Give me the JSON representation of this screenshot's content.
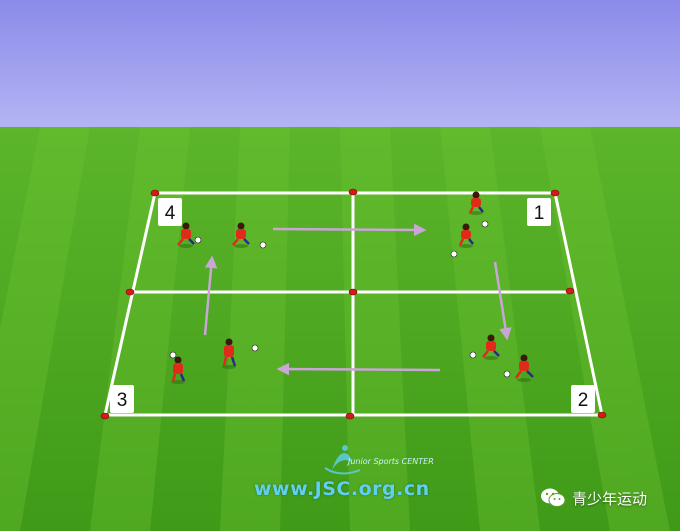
{
  "diagram": {
    "zone_labels": [
      "4",
      "1",
      "3",
      "2"
    ]
  },
  "watermark": {
    "url": "www.JSC.org.cn",
    "logo_text": "Junior Sports CENTER"
  },
  "wechat": {
    "account_name": "青少年运动"
  },
  "colors": {
    "sky": "#9b9bf0",
    "grass": "#4aa11f",
    "field_lines": "#ffffff",
    "cones": "#d41a1a",
    "arrows": "#c8a6d6",
    "players": "#e02a1a"
  }
}
